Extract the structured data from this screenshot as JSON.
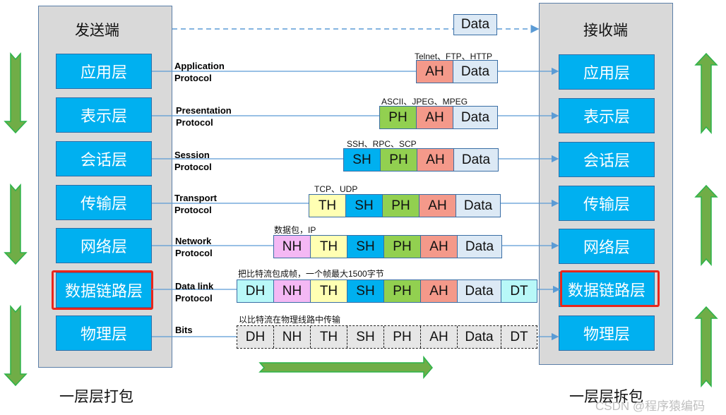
{
  "sender": {
    "title": "发送端",
    "footer": "一层层打包",
    "layers": [
      "应用层",
      "表示层",
      "会话层",
      "传输层",
      "网络层",
      "数据链路层",
      "物理层"
    ]
  },
  "receiver": {
    "title": "接收端",
    "footer": "一层层拆包",
    "layers": [
      "应用层",
      "表示层",
      "会话层",
      "传输层",
      "网络层",
      "数据链路层",
      "物理层"
    ]
  },
  "highlighted_layer": "数据链路层",
  "top_data_label": "Data",
  "protocols": [
    {
      "line1": "Application",
      "line2": "Protocol"
    },
    {
      "line1": "Presentation",
      "line2": "Protocol"
    },
    {
      "line1": "Session",
      "line2": "Protocol"
    },
    {
      "line1": "Transport",
      "line2": "Protocol"
    },
    {
      "line1": "Network",
      "line2": "Protocol"
    },
    {
      "line1": "Data link",
      "line2": "Protocol"
    },
    {
      "line1": "Bits",
      "line2": ""
    }
  ],
  "notes": [
    "Telnet、FTP、HTTP",
    "ASCII、JPEG、MPEG",
    "SSH、RPC、SCP",
    "TCP、UDP",
    "数据包，IP",
    "把比特流包成帧，一个帧最大1500字节",
    "以比特流在物理线路中传输"
  ],
  "packets": [
    [
      "AH",
      "Data"
    ],
    [
      "PH",
      "AH",
      "Data"
    ],
    [
      "SH",
      "PH",
      "AH",
      "Data"
    ],
    [
      "TH",
      "SH",
      "PH",
      "AH",
      "Data"
    ],
    [
      "NH",
      "TH",
      "SH",
      "PH",
      "AH",
      "Data"
    ],
    [
      "DH",
      "NH",
      "TH",
      "SH",
      "PH",
      "AH",
      "Data",
      "DT"
    ],
    [
      "DH",
      "NH",
      "TH",
      "SH",
      "PH",
      "AH",
      "Data",
      "DT"
    ]
  ],
  "colors": {
    "layer_fill": "#00b0f0",
    "arrow_green": "#70ad47",
    "highlight": "#e8261c",
    "AH": "#f4998a",
    "PH": "#92d050",
    "SH": "#00b0f0",
    "TH": "#ffffb3",
    "NH": "#f4b8f4",
    "DH": "#b8f8f8",
    "DT": "#b8f8f8",
    "Data": "#dce9f5"
  },
  "watermark": "CSDN @程序猿编码"
}
